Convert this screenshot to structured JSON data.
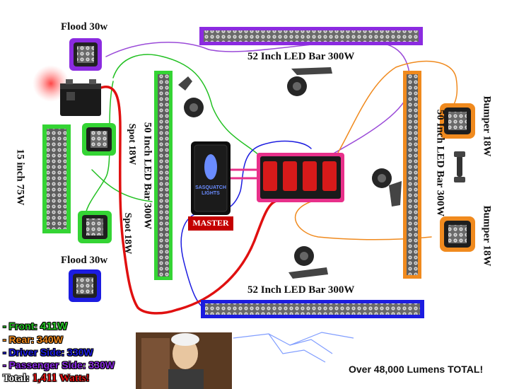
{
  "labels": {
    "flood_top": "Flood 30w",
    "flood_bottom": "Flood 30w",
    "bar_top": "52 Inch LED Bar 300W",
    "bar_bottom": "52 Inch LED Bar 300W",
    "bar_left_vertical": "50 Inch LED Bar 300W",
    "bar_right_vertical": "50 Inch LED Bar 300W",
    "spot_top": "Spot 18W",
    "spot_bottom": "Spot 18W",
    "bar_15": "15 inch 75W",
    "bumper_top": "Bumper 18W",
    "bumper_bottom": "Bumper 18W",
    "switch_brand_1": "SASQUATCH",
    "switch_brand_2": "LIGHTS",
    "master": "MASTER"
  },
  "legend": {
    "front_label": "- Front:",
    "front_value": "411W",
    "rear_label": "- Rear:",
    "rear_value": "340W",
    "driver_label": "- Driver Side:",
    "driver_value": "330W",
    "passenger_label": "- Passenger Side:",
    "passenger_value": "330W",
    "total_label": "Total:",
    "total_value": "1,411",
    "total_unit": "Watts!"
  },
  "footer": {
    "lumens": "Over 48,000 Lumens TOTAL!"
  },
  "colors": {
    "front": "#22c022",
    "rear": "#f08a1e",
    "driver": "#1c1ce0",
    "passenger": "#8a2be2",
    "power": "#e01010",
    "switch_panel": "#e8308a"
  }
}
